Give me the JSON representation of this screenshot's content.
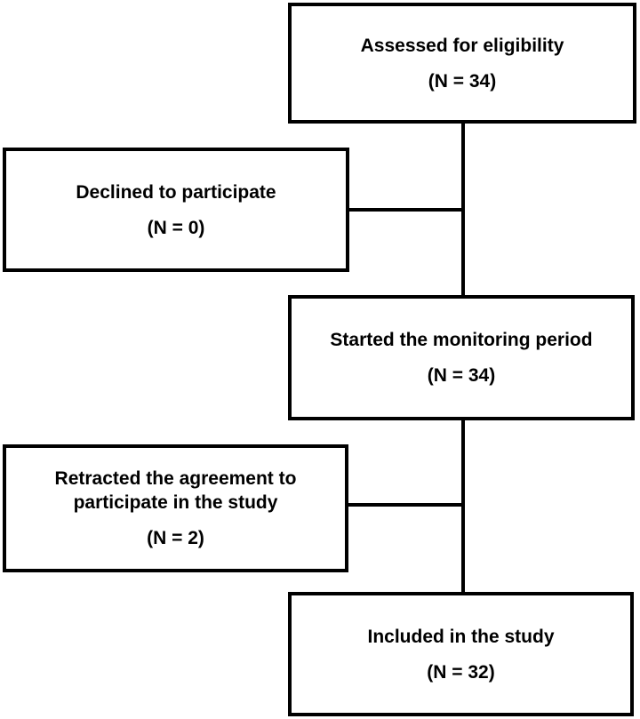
{
  "diagram": {
    "type": "participant-flow-chart",
    "colors": {
      "background": "#ffffff",
      "box_border": "#000000",
      "text": "#000000",
      "line": "#000000"
    },
    "nodes": [
      {
        "id": "assessed",
        "label": "Assessed for eligibility",
        "count": "(N = 34)"
      },
      {
        "id": "declined",
        "label": "Declined to participate",
        "count": "(N = 0)"
      },
      {
        "id": "started",
        "label": "Started the monitoring period",
        "count": "(N = 34)"
      },
      {
        "id": "retracted",
        "label": "Retracted the agreement to participate in the study",
        "count": "(N = 2)"
      },
      {
        "id": "included",
        "label": "Included in the study",
        "count": "(N = 32)"
      }
    ],
    "edges": [
      {
        "from": "assessed",
        "to": "started",
        "via": "vertical-spine"
      },
      {
        "from": "declined",
        "to": "vertical-spine",
        "type": "side-branch"
      },
      {
        "from": "started",
        "to": "included",
        "via": "vertical-spine"
      },
      {
        "from": "retracted",
        "to": "vertical-spine",
        "type": "side-branch"
      }
    ]
  }
}
